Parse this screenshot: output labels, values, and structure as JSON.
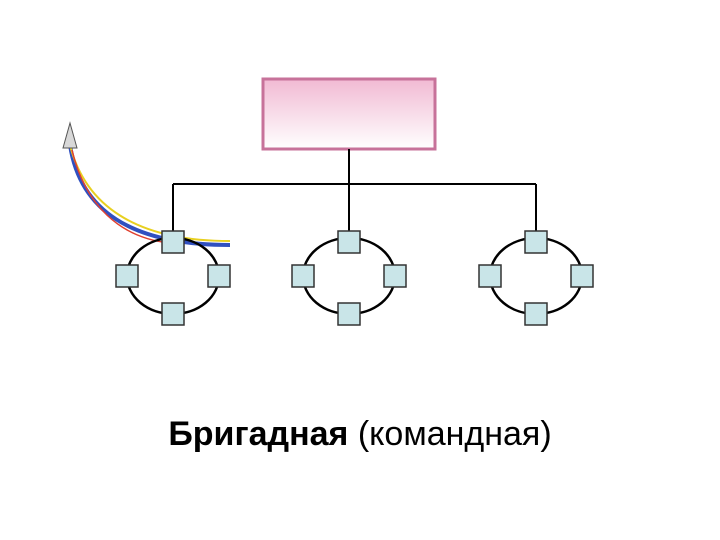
{
  "caption": {
    "bold": "Бригадная",
    "normal": " (командная)"
  },
  "colors": {
    "head_fill_top": "#f1b9d3",
    "head_fill_bottom": "#ffffff",
    "head_border": "#c7729a",
    "node_fill": "#c9e5e8",
    "node_border": "#333333",
    "line": "#000000",
    "arrow_red": "#e04030",
    "arrow_yellow": "#e8d020",
    "arrow_blue": "#3050c0"
  },
  "diagram": {
    "head": "head-box",
    "groups": [
      "group-1",
      "group-2",
      "group-3"
    ],
    "nodes_per_group": 4
  }
}
